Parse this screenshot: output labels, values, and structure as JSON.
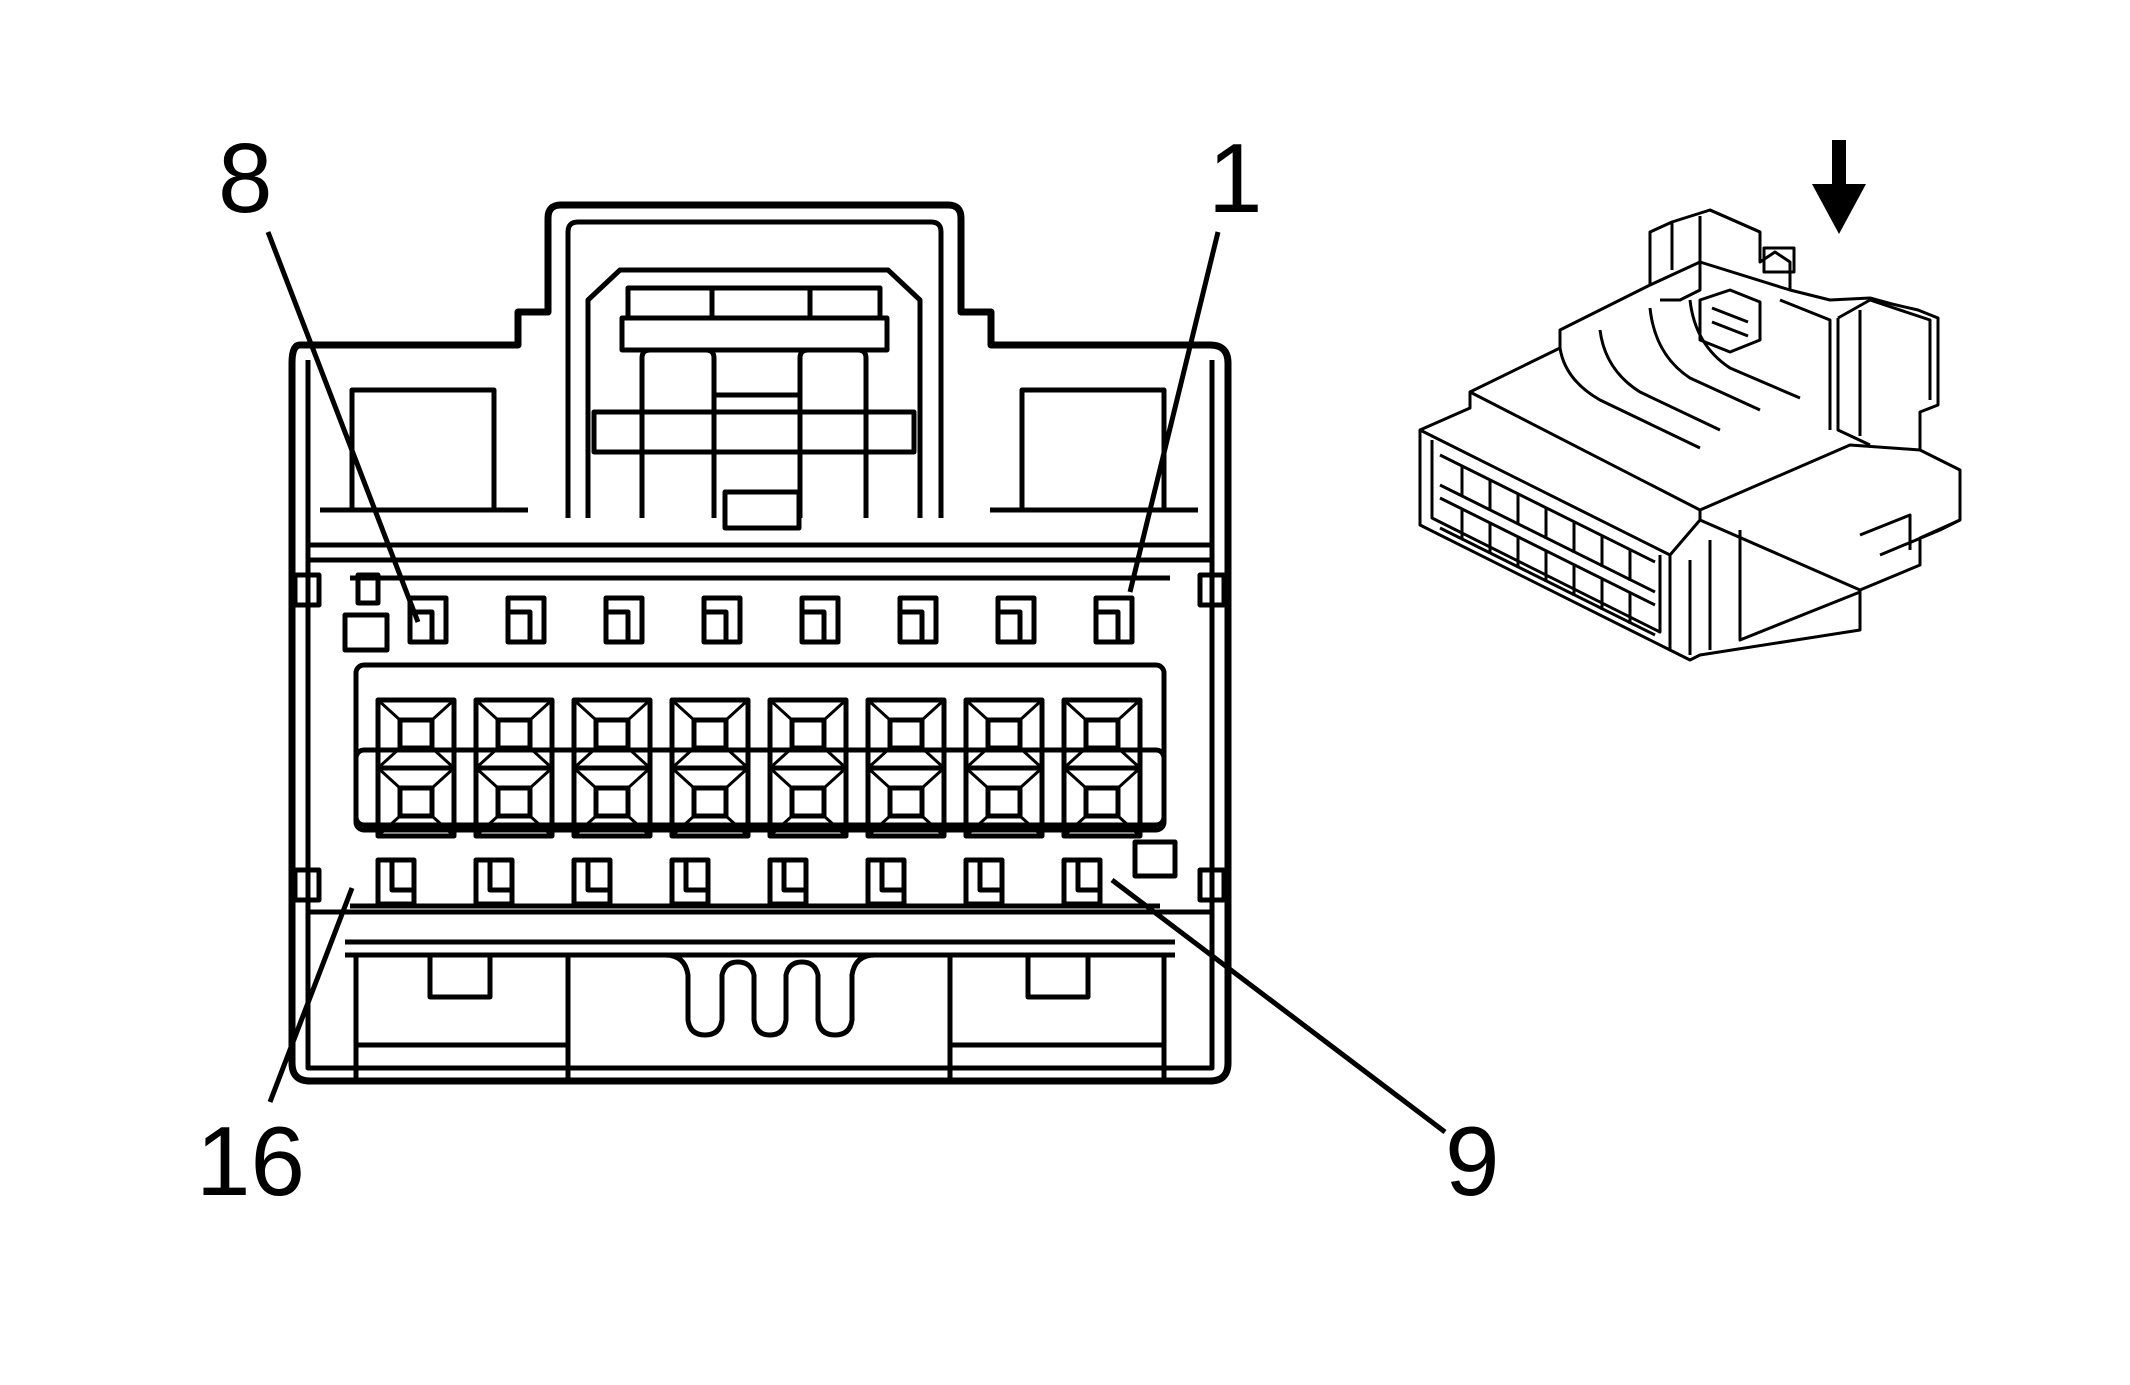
{
  "labels": {
    "pin_8": "8",
    "pin_1": "1",
    "pin_16": "16",
    "pin_9": "9"
  },
  "colors": {
    "line": "#000000",
    "background": "#ffffff"
  },
  "icons": {
    "direction_arrow": "down-arrow-icon"
  }
}
